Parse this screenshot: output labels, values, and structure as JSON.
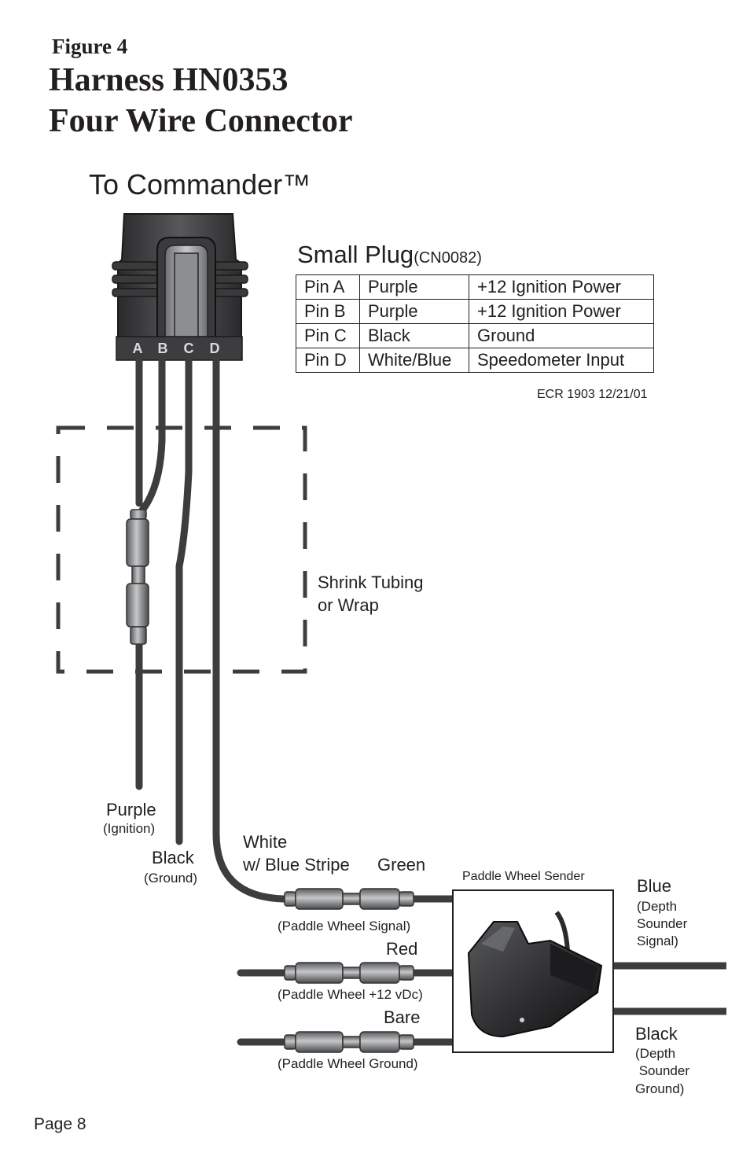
{
  "header": {
    "figure_label": "Figure 4",
    "title_line1": "Harness HN0353",
    "title_line2": "Four Wire Connector"
  },
  "connector": {
    "destination": "To Commander™",
    "pin_letters": [
      "A",
      "B",
      "C",
      "D"
    ]
  },
  "small_plug": {
    "title": "Small Plug",
    "part_number": "(CN0082)",
    "rows": [
      {
        "pin": "Pin A",
        "color": "Purple",
        "function": "+12 Ignition Power"
      },
      {
        "pin": "Pin B",
        "color": "Purple",
        "function": "+12 Ignition Power"
      },
      {
        "pin": "Pin C",
        "color": "Black",
        "function": "Ground"
      },
      {
        "pin": "Pin D",
        "color": "White/Blue",
        "function": "Speedometer Input"
      }
    ],
    "ecr": "ECR 1903 12/21/01"
  },
  "shrink": {
    "line1": "Shrink Tubing",
    "line2": "or Wrap"
  },
  "wires": {
    "purple": "Purple",
    "purple_sub": "(Ignition)",
    "black": "Black",
    "black_sub": "(Ground)",
    "white_line1": "White",
    "white_line2": "w/ Blue Stripe",
    "green": "Green",
    "paddle_signal": "(Paddle Wheel Signal)",
    "red": "Red",
    "paddle_power": "(Paddle Wheel +12 vDc)",
    "bare": "Bare",
    "paddle_ground": "(Paddle Wheel Ground)"
  },
  "sender": {
    "title": "Paddle Wheel Sender",
    "blue": "Blue",
    "blue_sub": [
      "(Depth",
      "Sounder",
      "Signal)"
    ],
    "black": "Black",
    "black_sub": [
      "(Depth",
      " Sounder",
      "Ground)"
    ]
  },
  "footer": {
    "page": "Page 8"
  }
}
